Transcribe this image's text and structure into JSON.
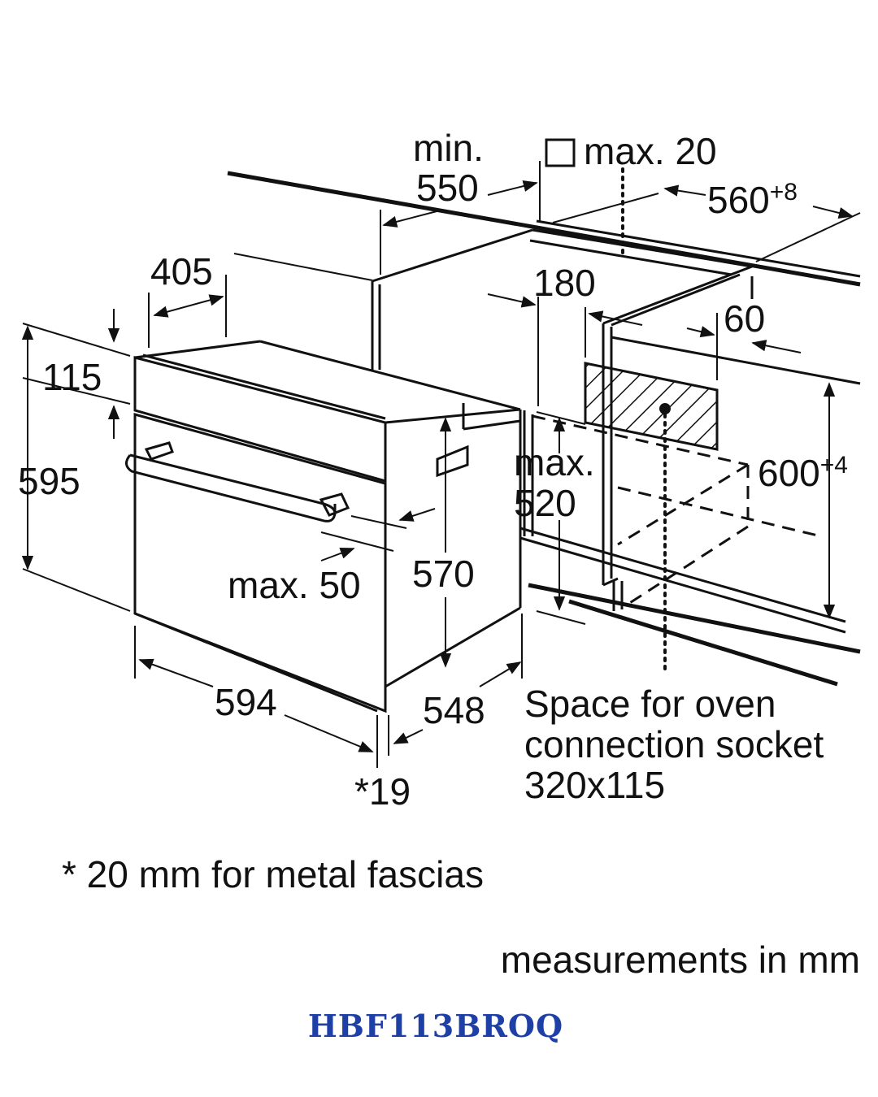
{
  "labels": {
    "min": "min.",
    "d550": "550",
    "max20": "max. 20",
    "d560": "560",
    "d560_sup": "+8",
    "d405": "405",
    "d180": "180",
    "d60": "60",
    "d115": "115",
    "d595": "595",
    "max_a": "max.",
    "d520": "520",
    "d600": "600",
    "d600_sup": "+4",
    "max50": "max. 50",
    "d570": "570",
    "d594": "594",
    "d548": "548",
    "d19": "*19",
    "socket_line1": "Space for oven",
    "socket_line2": "connection socket",
    "socket_line3": "320x115"
  },
  "footnote": "* 20 mm for metal fascias",
  "units_note": "measurements in mm",
  "model": "HBF113BROQ",
  "colors": {
    "model": "#1d3fa6",
    "ink": "#111111"
  }
}
